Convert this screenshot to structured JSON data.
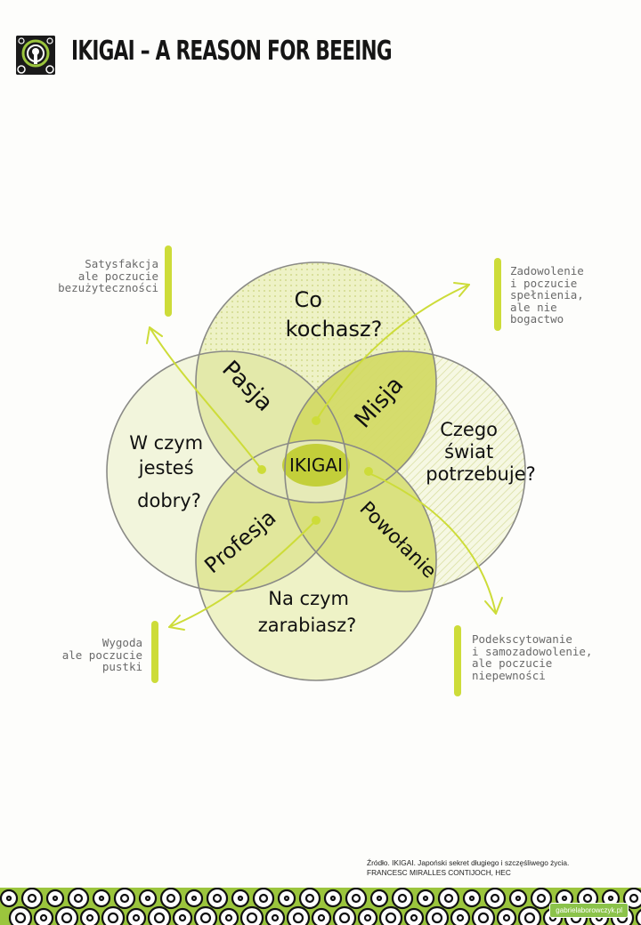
{
  "header": {
    "title": "IKIGAI – A REASON FOR BEEING"
  },
  "diagram": {
    "circles": {
      "top": [
        "Co",
        "kochasz?"
      ],
      "right": [
        "Czego",
        "świat",
        "potrzebuje?"
      ],
      "left": [
        "W czym",
        "jesteś",
        "dobry?"
      ],
      "bottom": [
        "Na czym",
        "zarabiasz?"
      ]
    },
    "overlaps": {
      "pasja": "Pasja",
      "misja": "Misja",
      "profesja": "Profesja",
      "powolanie": "Powołanie"
    },
    "center": "IKIGAI",
    "colors": {
      "light": "#eef2c6",
      "mid": "#dfe69a",
      "dark": "#ccd65a",
      "accent": "#cddc39",
      "stroke": "#8a8a86"
    }
  },
  "notes": {
    "top_left": "Satysfakcja\nale poczucie\nbezużyteczności",
    "top_right": "Zadowolenie\ni poczucie\nspełnienia,\nale nie\nbogactwo",
    "bottom_left": "Wygoda\nale poczucie\npustki",
    "bottom_right": "Podekscytowanie\ni samozadowolenie,\nale poczucie\nniepewności"
  },
  "credit": {
    "line1": "Źródło. IKIGAI. Japoński sekret długiego i szczęśliwego życia.",
    "line2": "FRANCESC MIRALLES CONTIJOCH, HEC"
  },
  "footer": {
    "brand": "gabrielaborowczyk.pl"
  }
}
